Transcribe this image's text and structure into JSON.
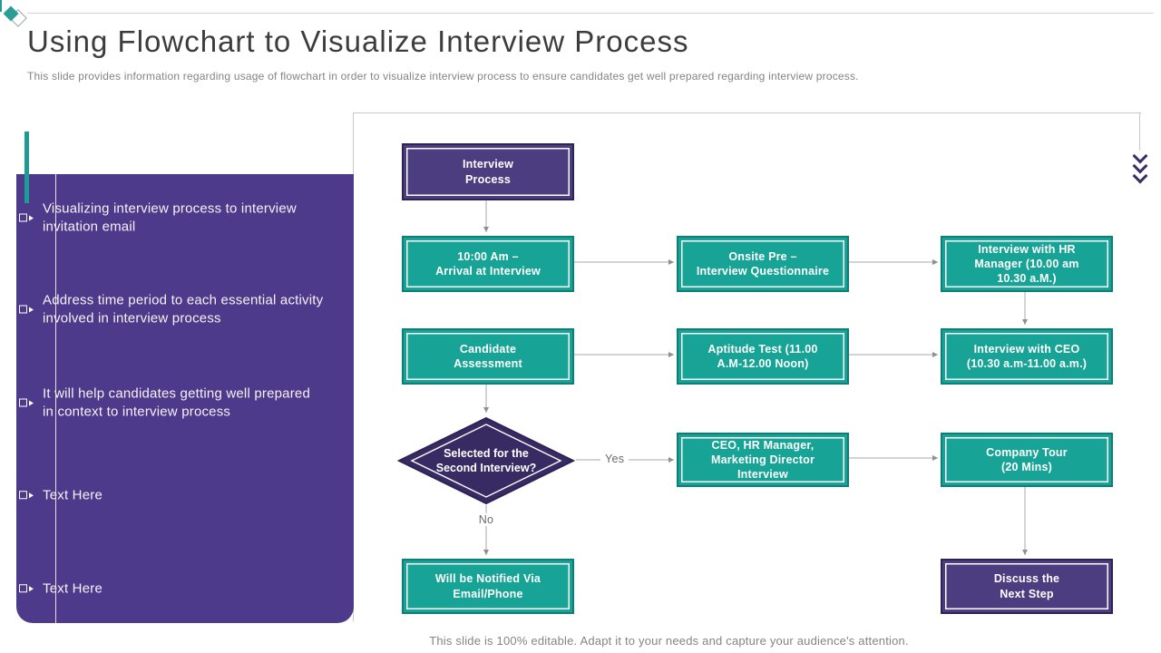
{
  "slide": {
    "title": "Using Flowchart to Visualize Interview Process",
    "subtitle": "This slide provides information regarding usage of flowchart in order to visualize interview process to ensure candidates get well prepared regarding interview process.",
    "footer_note": "This slide is 100% editable. Adapt it to your needs and capture your audience's attention."
  },
  "sidebar": {
    "items": [
      {
        "label": "Visualizing interview process to interview invitation email"
      },
      {
        "label": "Address time period to each essential activity involved in interview process"
      },
      {
        "label": "It will help candidates getting well prepared in context to interview process"
      },
      {
        "label": "Text Here"
      },
      {
        "label": "Text Here"
      }
    ]
  },
  "flowchart": {
    "nodes": {
      "start": "Interview\nProcess",
      "arrival": "10:00 Am –\nArrival at Interview",
      "onsite": "Onsite Pre –\nInterview Questionnaire",
      "hr_manager": "Interview with HR\nManager (10.00 am\n10.30 a.M.)",
      "candidate": "Candidate\nAssessment",
      "aptitude": "Aptitude Test (11.00\nA.M-12.00 Noon)",
      "ceo": "Interview with CEO\n(10.30 a.m-11.00 a.m.)",
      "decision": "Selected for the\nSecond Interview?",
      "panel_interview": "CEO, HR Manager,\nMarketing Director\nInterview",
      "company_tour": "Company Tour\n(20 Mins)",
      "notified": "Will be Notified Via\nEmail/Phone",
      "discuss": "Discuss the\nNext Step"
    },
    "labels": {
      "yes": "Yes",
      "no": "No"
    }
  },
  "colors": {
    "teal": "#17a396",
    "teal_border": "#0c8076",
    "panel_purple": "#4e3a8a",
    "node_purple": "#4c3c80",
    "decision_purple": "#382a63",
    "purple_border": "#2e2355",
    "connector_gray": "#a8a8a8"
  }
}
